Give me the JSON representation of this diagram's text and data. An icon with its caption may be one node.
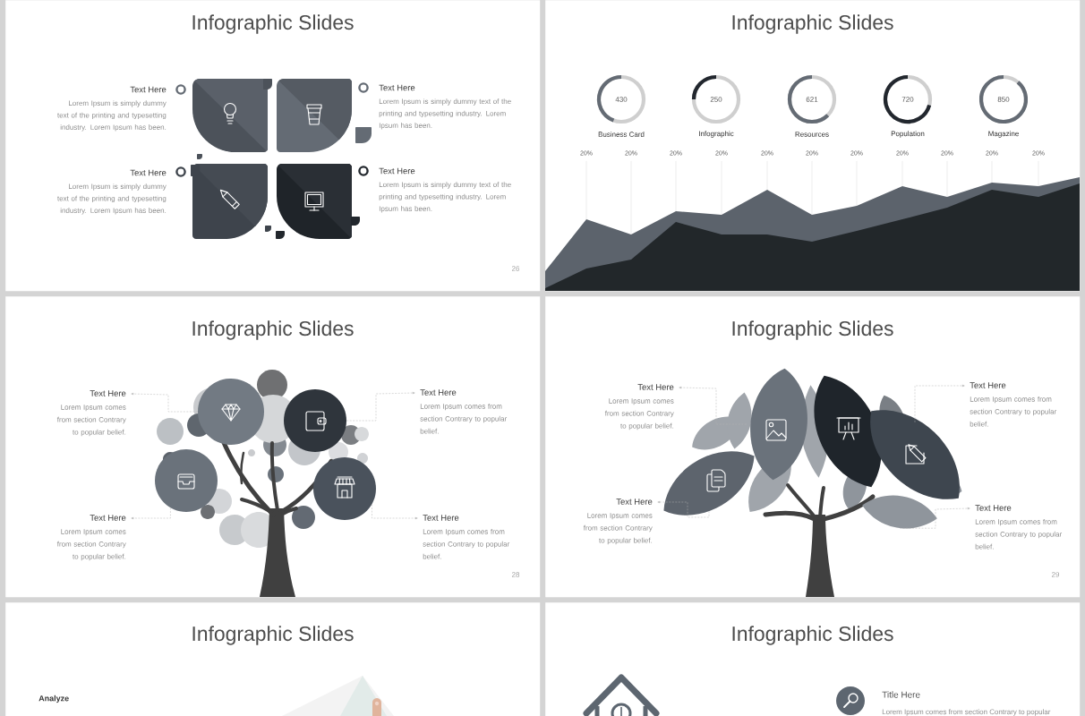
{
  "diagram": {
    "nodes": [
      {
        "text": [
          "Infographic Slides"
        ]
      },
      {
        "text": [
          "Infographic Slides"
        ]
      },
      {
        "text": [
          "Infographic Slides"
        ]
      },
      {
        "text": [
          "Infographic Slides"
        ]
      },
      {
        "text": [
          "Infographic Slides"
        ]
      },
      {
        "text": [
          "Infographic Slides"
        ]
      },
      {
        "text": [
          "430"
        ],
        "beside": [
          "Business Card"
        ],
        "in": 1
      },
      {
        "text": [
          "250"
        ],
        "beside": [
          "Infographic"
        ],
        "in": 1
      },
      {
        "text": [
          "621"
        ],
        "beside": [
          "Resources"
        ],
        "in": 1
      },
      {
        "text": [
          "720"
        ],
        "beside": [
          "Population"
        ],
        "in": 1
      },
      {
        "text": [
          "850"
        ],
        "beside": [
          "Magazine"
        ],
        "in": 1
      },
      {
        "text": [],
        "shape": "circle",
        "in": 2
      },
      {
        "text": [],
        "shape": "circle",
        "in": 2
      },
      {
        "text": [],
        "shape": "circle",
        "in": 2
      },
      {
        "text": [],
        "shape": "circle",
        "in": 2
      },
      {
        "text": [
          "Text Here",
          "Lorem Ipsum comes from section Contrary to popular belief."
        ],
        "in": 2
      },
      {
        "text": [
          "Text Here",
          "Lorem Ipsum comes from section Contrary to popular belief."
        ],
        "in": 2
      },
      {
        "text": [
          "Text Here",
          "Lorem Ipsum comes from section Contrary to popular belief."
        ],
        "in": 2
      },
      {
        "text": [
          "Text Here",
          "Lorem Ipsum comes from section Contrary to popular belief."
        ],
        "in": 2
      },
      {
        "text": [],
        "shape": "leaf",
        "in": 3
      },
      {
        "text": [],
        "shape": "leaf",
        "in": 3
      },
      {
        "text": [],
        "shape": "leaf",
        "in": 3
      },
      {
        "text": [],
        "shape": "leaf",
        "in": 3
      },
      {
        "text": [],
        "shape": "leaf",
        "in": 3
      },
      {
        "text": [
          "Text Here",
          "Lorem Ipsum comes from section Contrary to popular belief."
        ],
        "in": 3
      },
      {
        "text": [
          "Text Here",
          "Lorem Ipsum comes from section Contrary to popular belief."
        ],
        "in": 3
      },
      {
        "text": [
          "Text Here",
          "Lorem Ipsum comes from section Contrary to popular belief."
        ],
        "in": 3
      },
      {
        "text": [
          "Text Here",
          "Lorem Ipsum comes from section Contrary to popular belief."
        ],
        "in": 3
      }
    ],
    "edges": [
      {
        "from": 12,
        "to": 15,
        "arrow": "to",
        "style": "dashed"
      },
      {
        "from": 13,
        "to": 16,
        "arrow": "to",
        "style": "dashed"
      },
      {
        "from": 11,
        "to": 17,
        "arrow": "to",
        "style": "dashed"
      },
      {
        "from": 14,
        "to": 18,
        "arrow": "to",
        "style": "dashed"
      },
      {
        "from": 20,
        "to": 24,
        "arrow": "to",
        "style": "dashed"
      },
      {
        "from": 22,
        "to": 25,
        "arrow": "to",
        "style": "dashed"
      },
      {
        "from": 19,
        "to": 26,
        "arrow": "to",
        "style": "dashed"
      },
      {
        "from": 23,
        "to": 27,
        "arrow": "to",
        "style": "dashed"
      }
    ],
    "labels": [
      "Text Here",
      "Lorem Ipsum is simply dummy text of the printing and typesetting industry. Lorem Ipsum has been.",
      "Text Here",
      "Lorem Ipsum is simply dummy text of the printing and typesetting industry. Lorem Ipsum has been.",
      "Text Here",
      "Lorem Ipsum is simply dummy text of the printing and typesetting industry. Lorem Ipsum has been.",
      "Text Here",
      "Lorem Ipsum is simply dummy text of the printing and typesetting industry. Lorem Ipsum has been.",
      "26",
      "20%",
      "20%",
      "20%",
      "20%",
      "20%",
      "20%",
      "20%",
      "20%",
      "20%",
      "20%",
      "20%",
      "28",
      "29",
      "Analyze",
      "Title Here",
      "Lorem Ipsum comes from section Contrary to popular"
    ]
  }
}
